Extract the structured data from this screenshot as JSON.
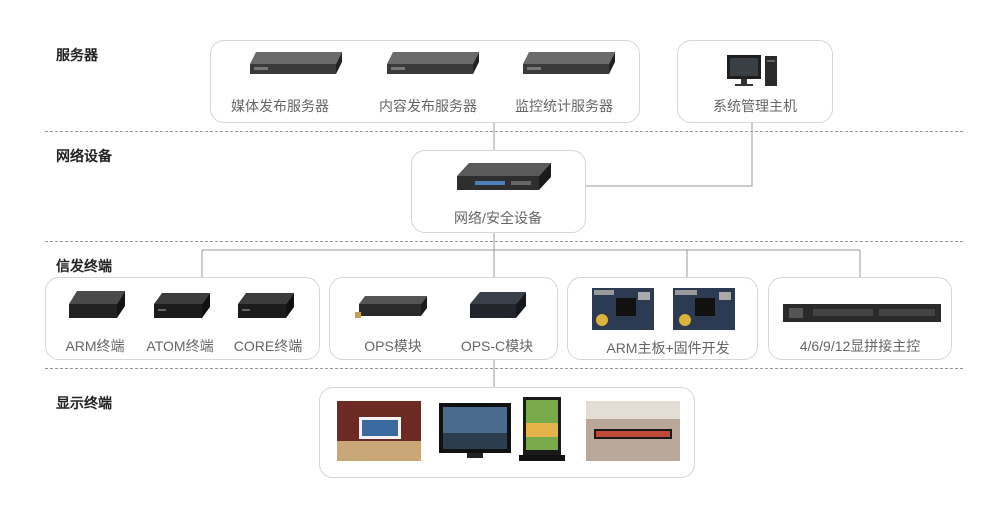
{
  "tiers": {
    "servers": "服务器",
    "network": "网络设备",
    "players": "信发终端",
    "displays": "显示终端"
  },
  "servers": {
    "media": "媒体发布服务器",
    "content": "内容发布服务器",
    "monitor": "监控统计服务器",
    "admin": "系统管理主机"
  },
  "network": {
    "security": "网络/安全设备"
  },
  "players": {
    "arm": "ARM终端",
    "atom": "ATOM终端",
    "core": "CORE终端",
    "ops": "OPS模块",
    "opsc": "OPS-C模块",
    "armboard": "ARM主板+固件开发",
    "splice": "4/6/9/12显拼接主控"
  },
  "colors": {
    "box_border": "#d6d6d6",
    "line": "#999999",
    "caption": "#666666",
    "device_dark": "#3a3a3a"
  }
}
